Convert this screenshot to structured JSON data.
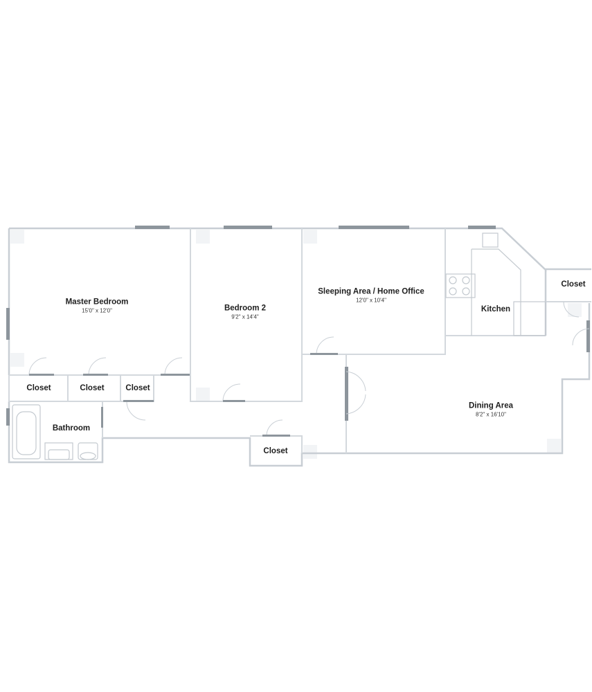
{
  "rooms": {
    "master_bedroom": {
      "name": "Master Bedroom",
      "dims": "15'0\" x 12'0\""
    },
    "bedroom_2": {
      "name": "Bedroom 2",
      "dims": "9'2\" x 14'4\""
    },
    "sleeping_area": {
      "name": "Sleeping Area / Home Office",
      "dims": "12'0\" x 10'4\""
    },
    "kitchen": {
      "name": "Kitchen"
    },
    "dining_area": {
      "name": "Dining Area",
      "dims": "8'2\" x 16'10\""
    },
    "bathroom": {
      "name": "Bathroom"
    },
    "closet_1": {
      "name": "Closet"
    },
    "closet_2": {
      "name": "Closet"
    },
    "closet_3": {
      "name": "Closet"
    },
    "closet_hall": {
      "name": "Closet"
    },
    "closet_kitchen": {
      "name": "Closet"
    }
  },
  "colors": {
    "wall": "#c8ced4",
    "window": "#8d959c",
    "text": "#1e1e1e"
  }
}
